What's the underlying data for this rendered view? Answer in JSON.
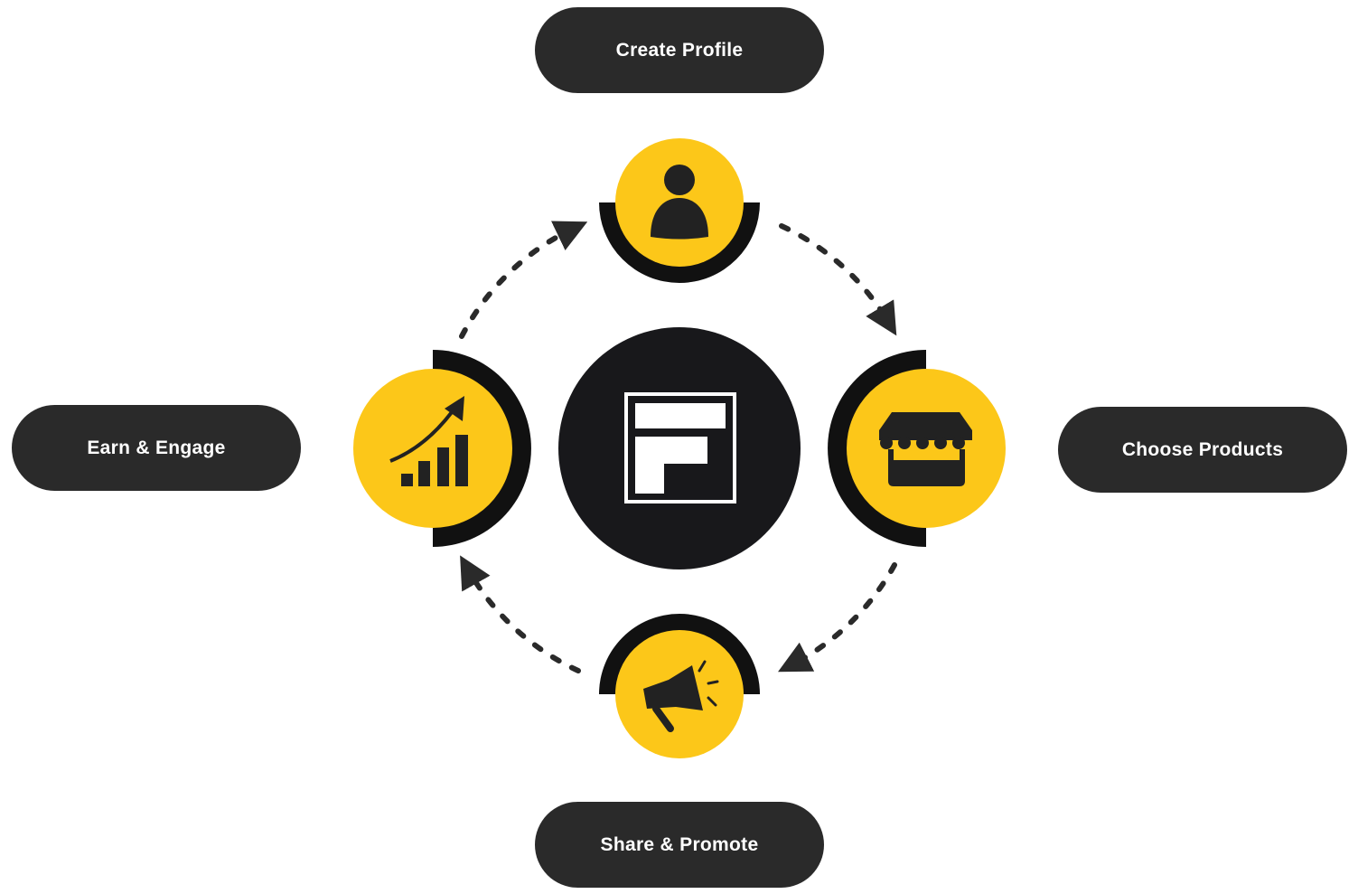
{
  "steps": {
    "create_profile": {
      "label": "Create Profile",
      "icon": "person-icon"
    },
    "choose_products": {
      "label": "Choose Products",
      "icon": "store-icon"
    },
    "share_promote": {
      "label": "Share & Promote",
      "icon": "megaphone-icon"
    },
    "earn_engage": {
      "label": "Earn & Engage",
      "icon": "growth-chart-icon"
    }
  },
  "center": {
    "icon": "brand-logo-icon"
  },
  "colors": {
    "accent": "#fcc719",
    "dark": "#18181b",
    "pill": "#2a2a2a",
    "arrow": "#2a2a2a"
  }
}
